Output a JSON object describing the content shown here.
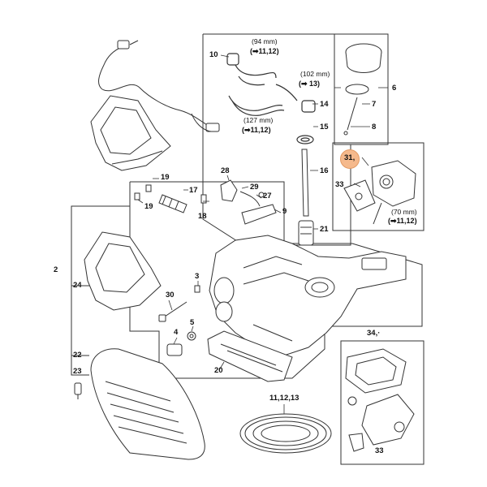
{
  "callouts": {
    "c2": "2",
    "c3": "3",
    "c4": "4",
    "c5": "5",
    "c6": "6",
    "c7": "7",
    "c8": "8",
    "c9": "9",
    "c10": "10",
    "c14": "14",
    "c15": "15",
    "c16": "16",
    "c17": "17",
    "c18": "18",
    "c19a": "19",
    "c19b": "19",
    "c20": "20",
    "c21": "21",
    "c22": "22",
    "c23": "23",
    "c24": "24",
    "c27": "27",
    "c28": "28",
    "c29": "29",
    "c30": "30",
    "c31": "31,",
    "c33a": "33",
    "c33b": "33",
    "c3435": "34,·",
    "c11_12_13": "11,12,13"
  },
  "dimensions": {
    "d94": "(94 mm)",
    "r94": "(➡11,12)",
    "d102": "(102 mm)",
    "r102": "(➡ 13)",
    "d127": "(127 mm)",
    "r127": "(➡11,12)",
    "d70": "(70 mm)",
    "r70": "(➡11,12)"
  },
  "highlight_color": "#f5b98c",
  "line_color": "#333333"
}
